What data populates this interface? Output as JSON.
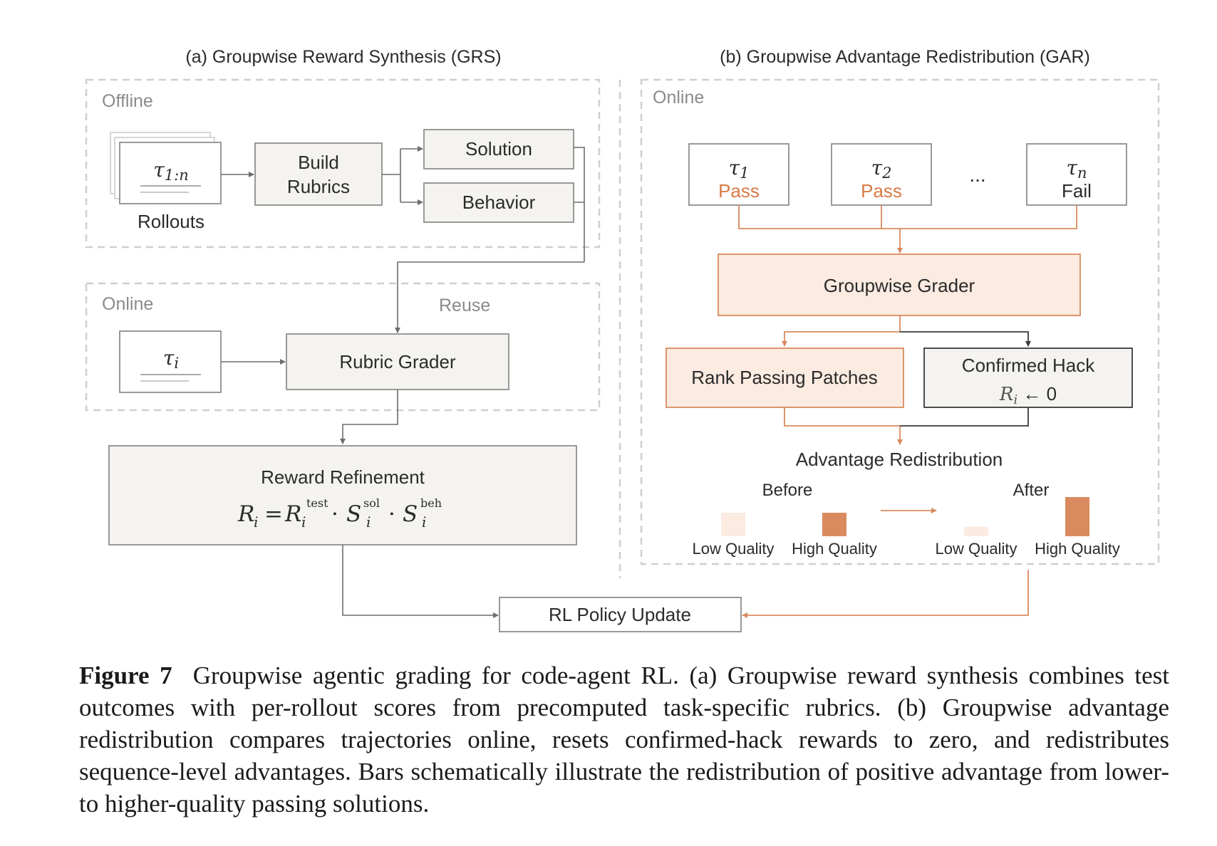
{
  "grs": {
    "title": "(a) Groupwise Reward Synthesis (GRS)",
    "offline_label": "Offline",
    "online_label": "Online",
    "reuse_label": "Reuse",
    "rollouts_symbol": "τ1:n",
    "rollouts_label": "Rollouts",
    "build_rubrics_line1": "Build",
    "build_rubrics_line2": "Rubrics",
    "solution_label": "Solution",
    "behavior_label": "Behavior",
    "trajectory_symbol": "τi",
    "rubric_grader_label": "Rubric Grader",
    "reward_refinement_label": "Reward Refinement",
    "formula": {
      "lhs": "R",
      "lhs_sub": "i",
      "eq": "=",
      "r": "R",
      "r_sub": "i",
      "r_sup": "test",
      "s1": "S",
      "s1_sub": "i",
      "s1_sup": "sol",
      "s2": "S",
      "s2_sub": "i",
      "s2_sup": "beh",
      "dot": "·"
    }
  },
  "gar": {
    "title": "(b) Groupwise Advantage Redistribution (GAR)",
    "online_label": "Online",
    "trajectories": [
      {
        "symbol": "τ1",
        "status": "Pass"
      },
      {
        "symbol": "τ2",
        "status": "Pass"
      },
      {
        "symbol": "τn",
        "status": "Fail"
      }
    ],
    "ellipsis": "...",
    "groupwise_grader_label": "Groupwise Grader",
    "rank_patches_label": "Rank Passing Patches",
    "confirmed_hack_label": "Confirmed Hack",
    "confirmed_hack_formula": "Ri← 0",
    "advantage_title": "Advantage Redistribution",
    "before_label": "Before",
    "after_label": "After",
    "low_quality_label": "Low Quality",
    "high_quality_label": "High Quality",
    "bars": {
      "before": {
        "low": 0.3,
        "high": 0.3
      },
      "after": {
        "low": 0.12,
        "high": 0.5
      }
    }
  },
  "policy_update_label": "RL Policy Update",
  "colors": {
    "orange": "#d98b5f",
    "orange_light": "#fbebe1",
    "box_fill": "#f4f3ef",
    "box_stroke": "#8e8e8e",
    "dashed": "#cfcfcf",
    "pass_text": "#d97a45"
  },
  "caption": {
    "label": "Figure 7",
    "text": "Groupwise agentic grading for code-agent RL. (a) Groupwise reward synthesis combines test outcomes with per-rollout scores from precomputed task-specific rubrics. (b) Groupwise advantage redistribution compares trajectories online, resets confirmed-hack rewards to zero, and redistributes sequence-level advantages. Bars schematically illustrate the redistribution of positive advantage from lower- to higher-quality passing solutions."
  }
}
